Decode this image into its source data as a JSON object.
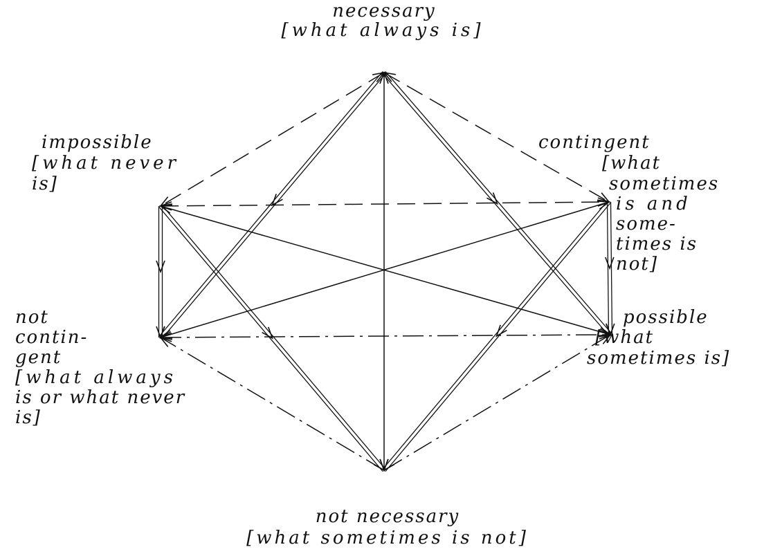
{
  "nodes": {
    "necessary": {
      "title": "necessary",
      "gloss": [
        "[what always is]"
      ]
    },
    "impossible": {
      "title": "impossible",
      "gloss": [
        "[what never",
        "is]"
      ]
    },
    "contingent": {
      "title": "contingent",
      "gloss": [
        "[what",
        "sometimes",
        "is and",
        "some-",
        "times is",
        "not]"
      ]
    },
    "not_contingent": {
      "title": [
        "not",
        "contin-",
        "gent"
      ],
      "gloss": [
        "[what always",
        "is or what never",
        "is]"
      ]
    },
    "possible": {
      "title": "possible",
      "gloss": [
        "[what",
        "sometimes is]"
      ]
    },
    "not_necessary": {
      "title": "not necessary",
      "gloss": [
        "[what sometimes is not]"
      ]
    }
  },
  "edges": [
    {
      "from": "necessary",
      "to": "impossible",
      "style": "dashed",
      "arrows": "both"
    },
    {
      "from": "necessary",
      "to": "contingent",
      "style": "dashed",
      "arrows": "both"
    },
    {
      "from": "impossible",
      "to": "contingent",
      "style": "dashed",
      "arrows": "both"
    },
    {
      "from": "not_contingent",
      "to": "possible",
      "style": "dashdot",
      "arrows": "both"
    },
    {
      "from": "not_necessary",
      "to": "not_contingent",
      "style": "dashdot",
      "arrows": "end"
    },
    {
      "from": "not_necessary",
      "to": "possible",
      "style": "dashdot",
      "arrows": "end"
    },
    {
      "from": "necessary",
      "to": "not_necessary",
      "style": "solid",
      "arrows": "both"
    },
    {
      "from": "impossible",
      "to": "possible",
      "style": "solid",
      "arrows": "both"
    },
    {
      "from": "contingent",
      "to": "not_contingent",
      "style": "solid",
      "arrows": "both"
    },
    {
      "from": "necessary",
      "to": "not_contingent",
      "style": "double",
      "arrows": "end"
    },
    {
      "from": "necessary",
      "to": "possible",
      "style": "double",
      "arrows": "end"
    },
    {
      "from": "impossible",
      "to": "not_contingent",
      "style": "double",
      "arrows": "end"
    },
    {
      "from": "impossible",
      "to": "not_necessary",
      "style": "double",
      "arrows": "end"
    },
    {
      "from": "contingent",
      "to": "possible",
      "style": "double",
      "arrows": "end"
    },
    {
      "from": "contingent",
      "to": "not_necessary",
      "style": "double",
      "arrows": "end"
    }
  ]
}
